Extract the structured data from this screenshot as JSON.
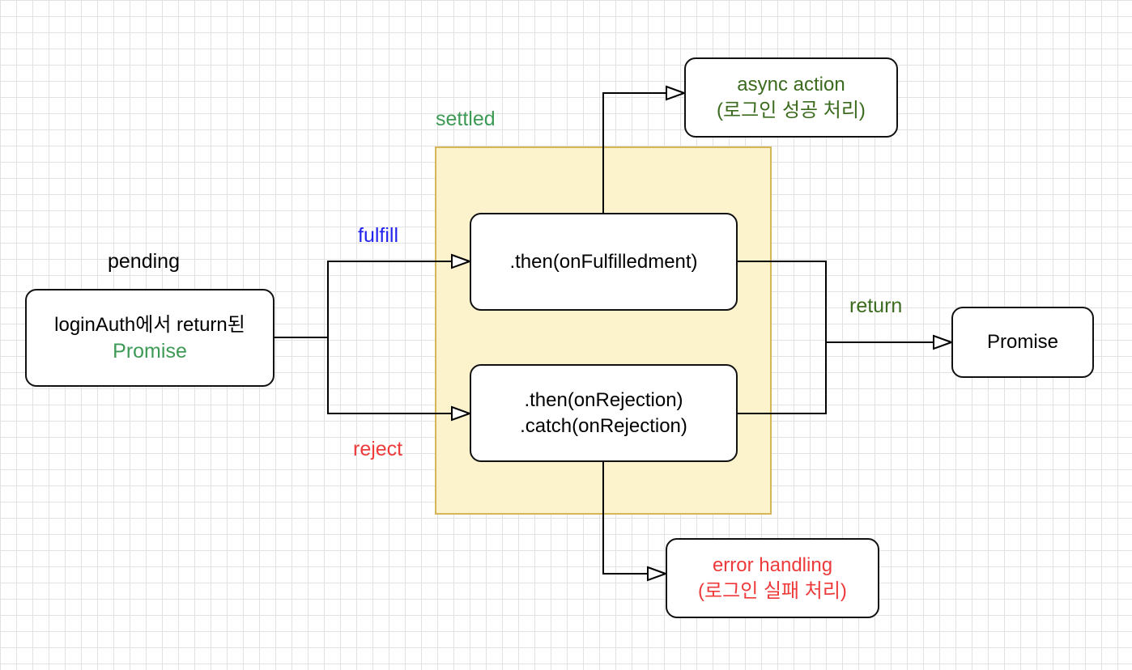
{
  "labels": {
    "pending": "pending",
    "settled": "settled",
    "fulfill": "fulfill",
    "reject": "reject",
    "return": "return"
  },
  "nodes": {
    "source": {
      "line1": "loginAuth에서 return된",
      "line2": "Promise"
    },
    "then_fulfilled": {
      "line1": ".then(onFulfilledment)"
    },
    "then_rejection": {
      "line1": ".then(onRejection)",
      "line2": ".catch(onRejection)"
    },
    "async_action": {
      "line1": "async action",
      "line2": "(로그인 성공 처리)"
    },
    "error_handling": {
      "line1": "error handling",
      "line2": "(로그인 실패 처리)"
    },
    "result": {
      "line1": "Promise"
    }
  },
  "colors": {
    "green": "#3d9a55",
    "olive": "#3b6b1e",
    "blue": "#2323ee",
    "red": "#ee3a3a",
    "settled_fill": "#fcf2cc",
    "settled_border": "#d6b656"
  }
}
